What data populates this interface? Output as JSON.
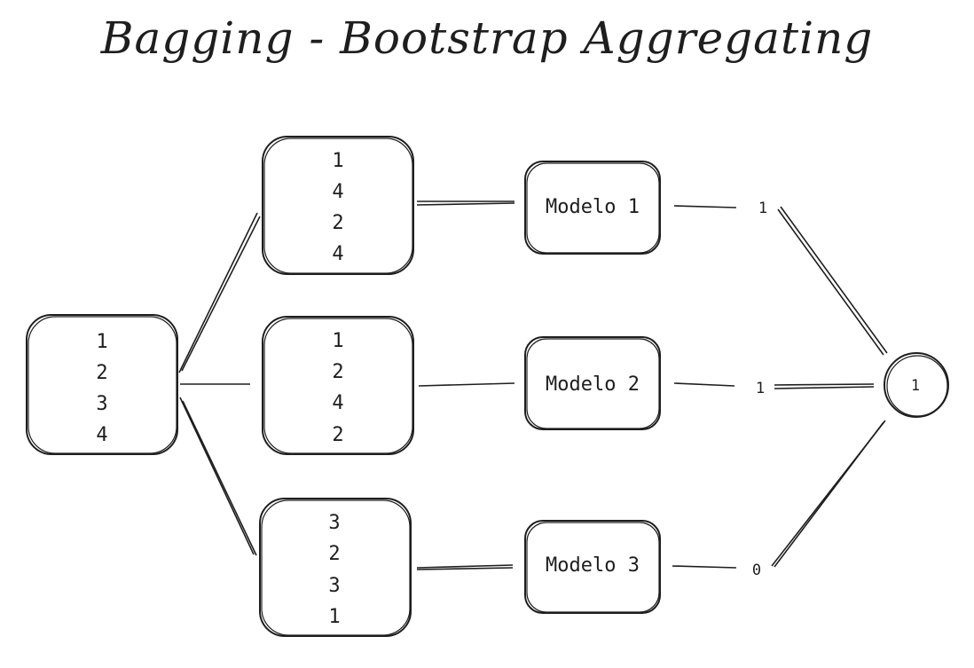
{
  "title": "Bagging - Bootstrap Aggregating",
  "original_dataset": [
    "1",
    "2",
    "3",
    "4"
  ],
  "bootstrap_samples": [
    {
      "values": [
        "1",
        "4",
        "2",
        "4"
      ]
    },
    {
      "values": [
        "1",
        "2",
        "4",
        "2"
      ]
    },
    {
      "values": [
        "3",
        "2",
        "3",
        "1"
      ]
    }
  ],
  "models": [
    "Modelo 1",
    "Modelo 2",
    "Modelo 3"
  ],
  "predictions": [
    "1",
    "1",
    "0"
  ],
  "aggregate": "1"
}
